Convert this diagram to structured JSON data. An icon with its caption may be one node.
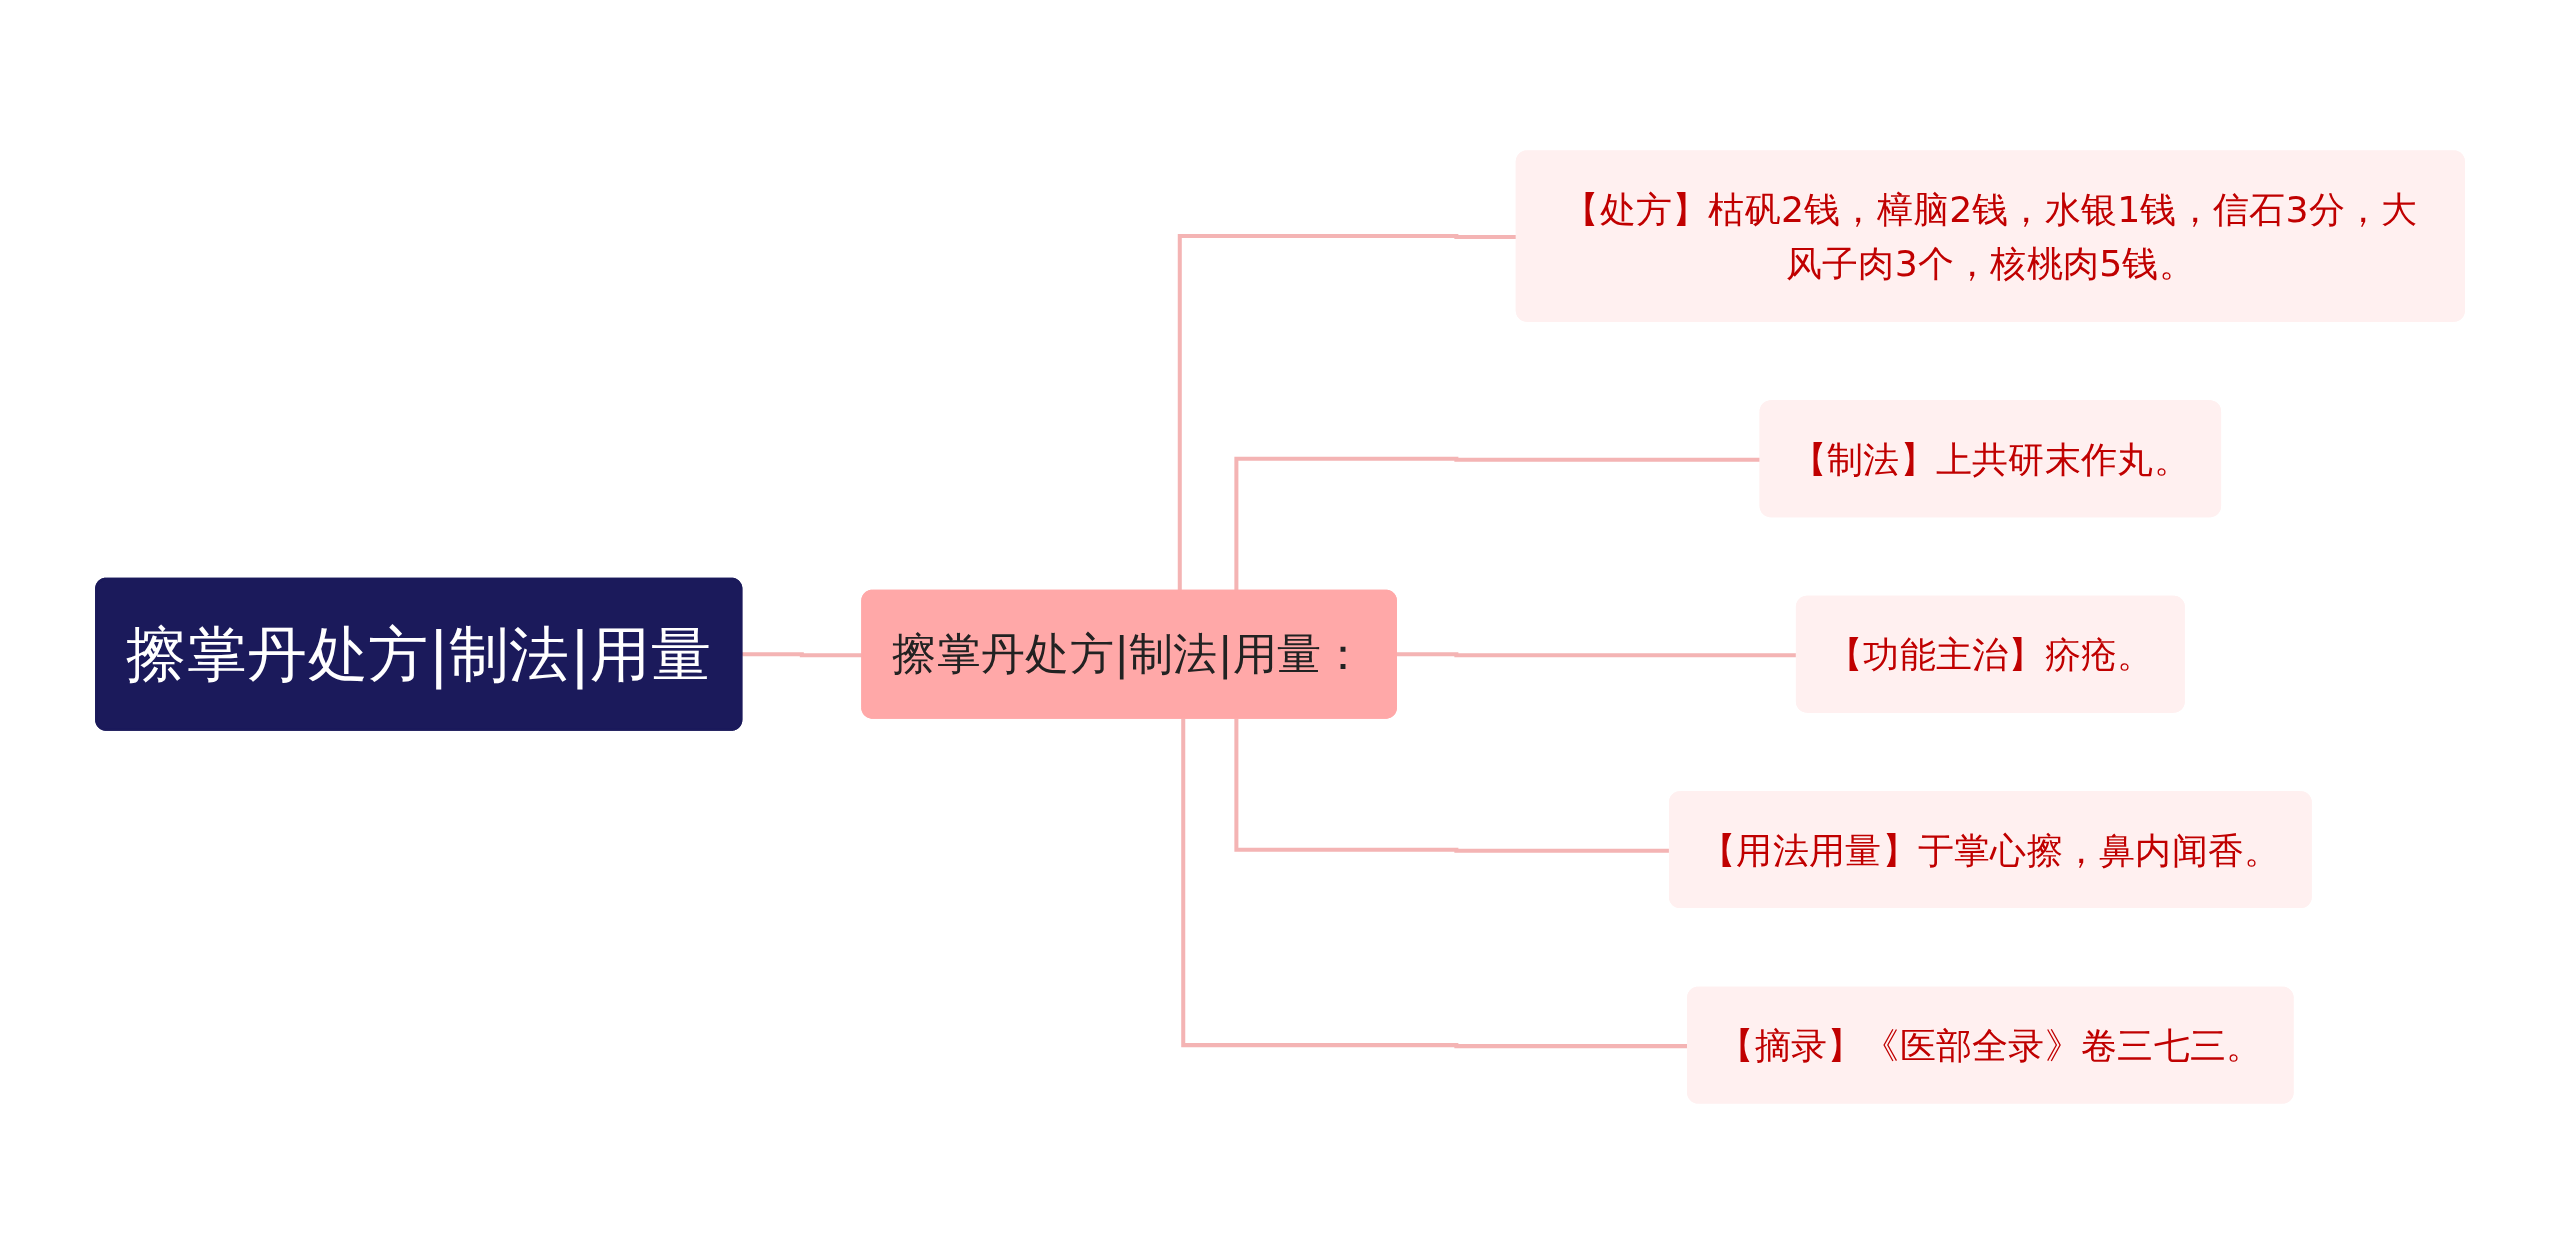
{
  "diagram": {
    "nodes": [
      {
        "text": [
          "擦掌丹处方|制法|用量"
        ]
      },
      {
        "text": [
          "擦掌丹处方|制法|用量："
        ]
      },
      {
        "text": [
          "【处方】枯矾2钱，樟脑2钱，水银1钱，信石3分，大风子肉3个，核桃肉5钱。"
        ]
      },
      {
        "text": [
          "【制法】上共研末作丸。"
        ]
      },
      {
        "text": [
          "【功能主治】疥疮。"
        ]
      },
      {
        "text": [
          "【用法用量】于掌心擦，鼻内闻香。"
        ]
      },
      {
        "text": [
          "【摘录】《医部全录》卷三七三。"
        ]
      }
    ],
    "edges": [
      {
        "from": 0,
        "to": 1,
        "arrow": "none"
      },
      {
        "from": 1,
        "to": 2,
        "arrow": "none"
      },
      {
        "from": 1,
        "to": 3,
        "arrow": "none"
      },
      {
        "from": 1,
        "to": 4,
        "arrow": "none"
      },
      {
        "from": 1,
        "to": 5,
        "arrow": "none"
      },
      {
        "from": 1,
        "to": 6,
        "arrow": "none"
      }
    ]
  }
}
